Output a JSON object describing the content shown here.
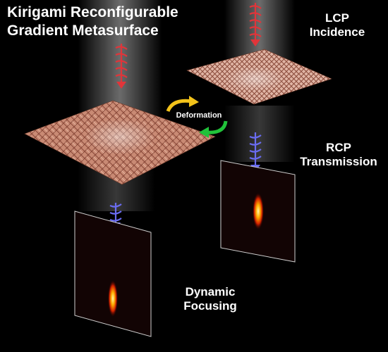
{
  "title": {
    "line1": "Kirigami  Reconfigurable",
    "line2": "Gradient Metasurface"
  },
  "labels": {
    "incidence": "LCP\nIncidence",
    "transmission": "RCP\nTransmission",
    "focusing": "Dynamic\nFocusing",
    "deformation": "Deformation"
  },
  "colors": {
    "background": "#000000",
    "metasurface": "#c98a74",
    "metasurface_pattern": "#8a4a3a",
    "lcp_arrow": "#e0353a",
    "rcp_arrow": "#6a6cf0",
    "deform_arrow_top": "#f2c21a",
    "deform_arrow_bottom": "#21c23a",
    "focus_spot_hot": "#fff7b0",
    "focus_spot_mid": "#ff8a00",
    "focus_spot_edge": "#8a0000"
  },
  "icons": {
    "incident_beams": "helical-arrow-icon",
    "transmitted_beams": "helical-arrow-icon",
    "deformation": "curved-arrow-icon"
  }
}
